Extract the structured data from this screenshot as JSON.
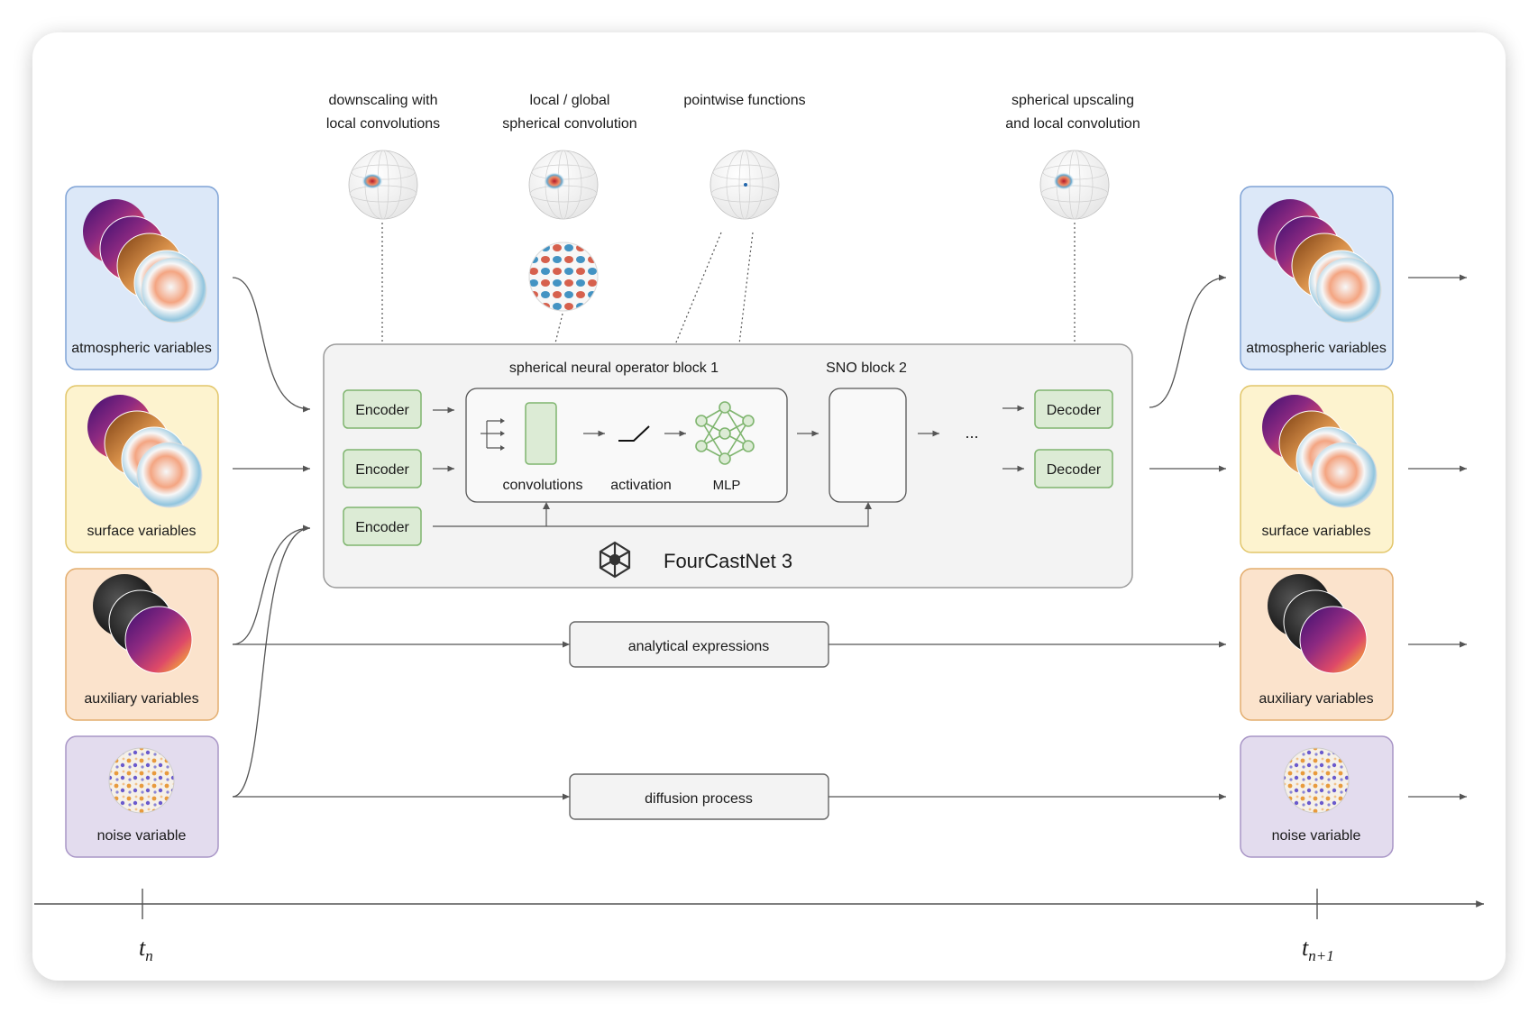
{
  "top_labels": {
    "downscaling": [
      "downscaling with",
      "local convolutions"
    ],
    "local_global": [
      "local / global",
      "spherical convolution"
    ],
    "pointwise": [
      "pointwise functions"
    ],
    "upscaling": [
      "spherical upscaling",
      "and local convolution"
    ]
  },
  "inputs": {
    "atmospheric": "atmospheric variables",
    "surface": "surface variables",
    "auxiliary": "auxiliary variables",
    "noise": "noise variable"
  },
  "outputs": {
    "atmospheric": "atmospheric variables",
    "surface": "surface variables",
    "auxiliary": "auxiliary variables",
    "noise": "noise variable"
  },
  "model": {
    "name": "FourCastNet 3",
    "encoder_label": "Encoder",
    "decoder_label": "Decoder",
    "sno_block_1_title": "spherical neural operator block 1",
    "sno_block_2_title": "SNO block 2",
    "convolutions": "convolutions",
    "activation": "activation",
    "mlp": "MLP",
    "ellipsis": "..."
  },
  "paths": {
    "analytical": "analytical expressions",
    "diffusion": "diffusion process"
  },
  "timeline": {
    "t_n_base": "t",
    "t_n_sub": "n",
    "t_n1_base": "t",
    "t_n1_sub": "n+1"
  },
  "colors": {
    "atmospheric_bg": "#dce8f8",
    "atmospheric_border": "#7fa3d6",
    "surface_bg": "#fdf3cf",
    "surface_border": "#e2c66a",
    "auxiliary_bg": "#fbe3cc",
    "auxiliary_border": "#e3ad6e",
    "noise_bg": "#e3dcee",
    "noise_border": "#a895c6",
    "encoder_bg": "#dcebd5",
    "encoder_border": "#7fb56f",
    "model_bg": "#f3f3f3"
  }
}
